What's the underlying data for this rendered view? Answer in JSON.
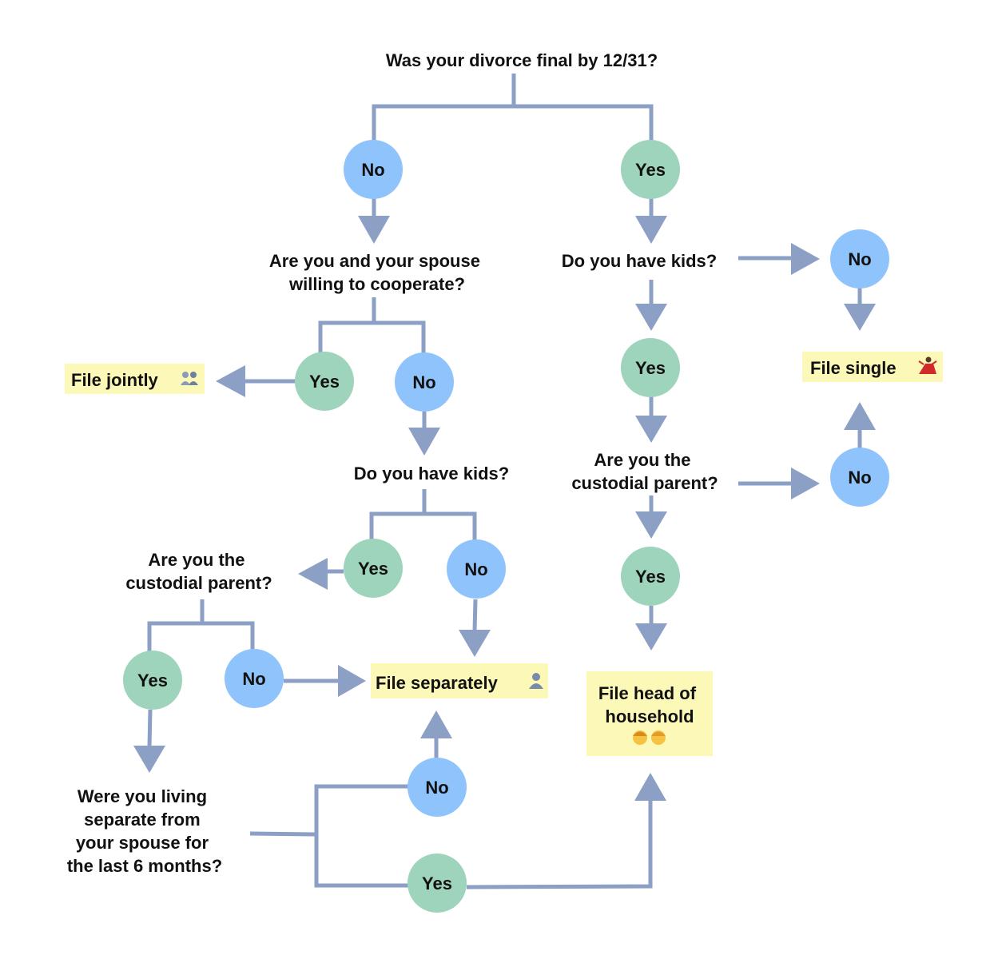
{
  "colors": {
    "connector": "#8c9fc4",
    "yes_circle": "#9ed4bb",
    "no_circle": "#8fc3fb",
    "outcome_box": "#fcf8b7",
    "text": "#111111"
  },
  "questions": {
    "q1": "Was your divorce final by 12/31?",
    "q2_line1": "Are you and your spouse",
    "q2_line2": "willing to cooperate?",
    "q3": "Do you have kids?",
    "q4": "Do you have kids?",
    "q5_line1": "Are you the",
    "q5_line2": "custodial parent?",
    "q6_line1": "Are you the",
    "q6_line2": "custodial parent?",
    "q7_line1": "Were you living",
    "q7_line2": "separate from",
    "q7_line3": "your spouse for",
    "q7_line4": "the last 6 months?"
  },
  "answers": {
    "yes": "Yes",
    "no": "No"
  },
  "outcomes": {
    "jointly": "File jointly",
    "jointly_icon": "people-icon",
    "single": "File single",
    "single_icon": "dancer-icon",
    "separately": "File separately",
    "separately_icon": "person-icon",
    "hoh_line1": "File head of",
    "hoh_line2": "household",
    "hoh_icon": "parent-child-icon"
  }
}
